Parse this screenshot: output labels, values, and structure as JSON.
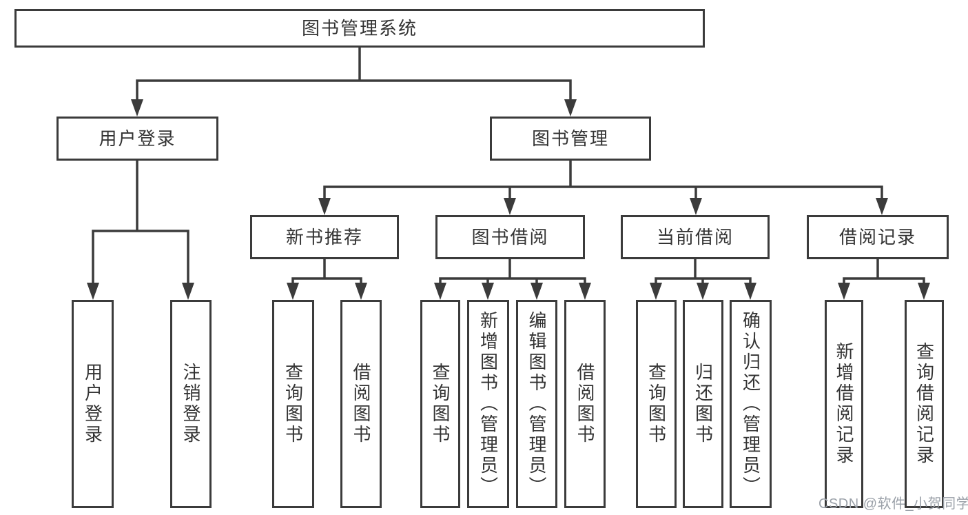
{
  "diagram": {
    "root": {
      "label": "图书管理系统"
    },
    "level1": [
      {
        "label": "用户登录"
      },
      {
        "label": "图书管理"
      }
    ],
    "level2": [
      {
        "label": "新书推荐"
      },
      {
        "label": "图书借阅"
      },
      {
        "label": "当前借阅"
      },
      {
        "label": "借阅记录"
      }
    ],
    "leaves": [
      {
        "label": "用户登录"
      },
      {
        "label": "注销登录"
      },
      {
        "label": "查询图书"
      },
      {
        "label": "借阅图书"
      },
      {
        "label": "查询图书"
      },
      {
        "label": "新增图书（管理员）"
      },
      {
        "label": "编辑图书（管理员）"
      },
      {
        "label": "借阅图书"
      },
      {
        "label": "查询图书"
      },
      {
        "label": "归还图书"
      },
      {
        "label": "确认归还（管理员）"
      },
      {
        "label": "新增借阅记录"
      },
      {
        "label": "查询借阅记录"
      }
    ],
    "watermark": "CSDN @软件_小贺同学",
    "colors": {
      "line": "#3b3b3b",
      "box_background": "#ffffff",
      "text": "#333333",
      "watermark": "#9aa0a8"
    }
  }
}
